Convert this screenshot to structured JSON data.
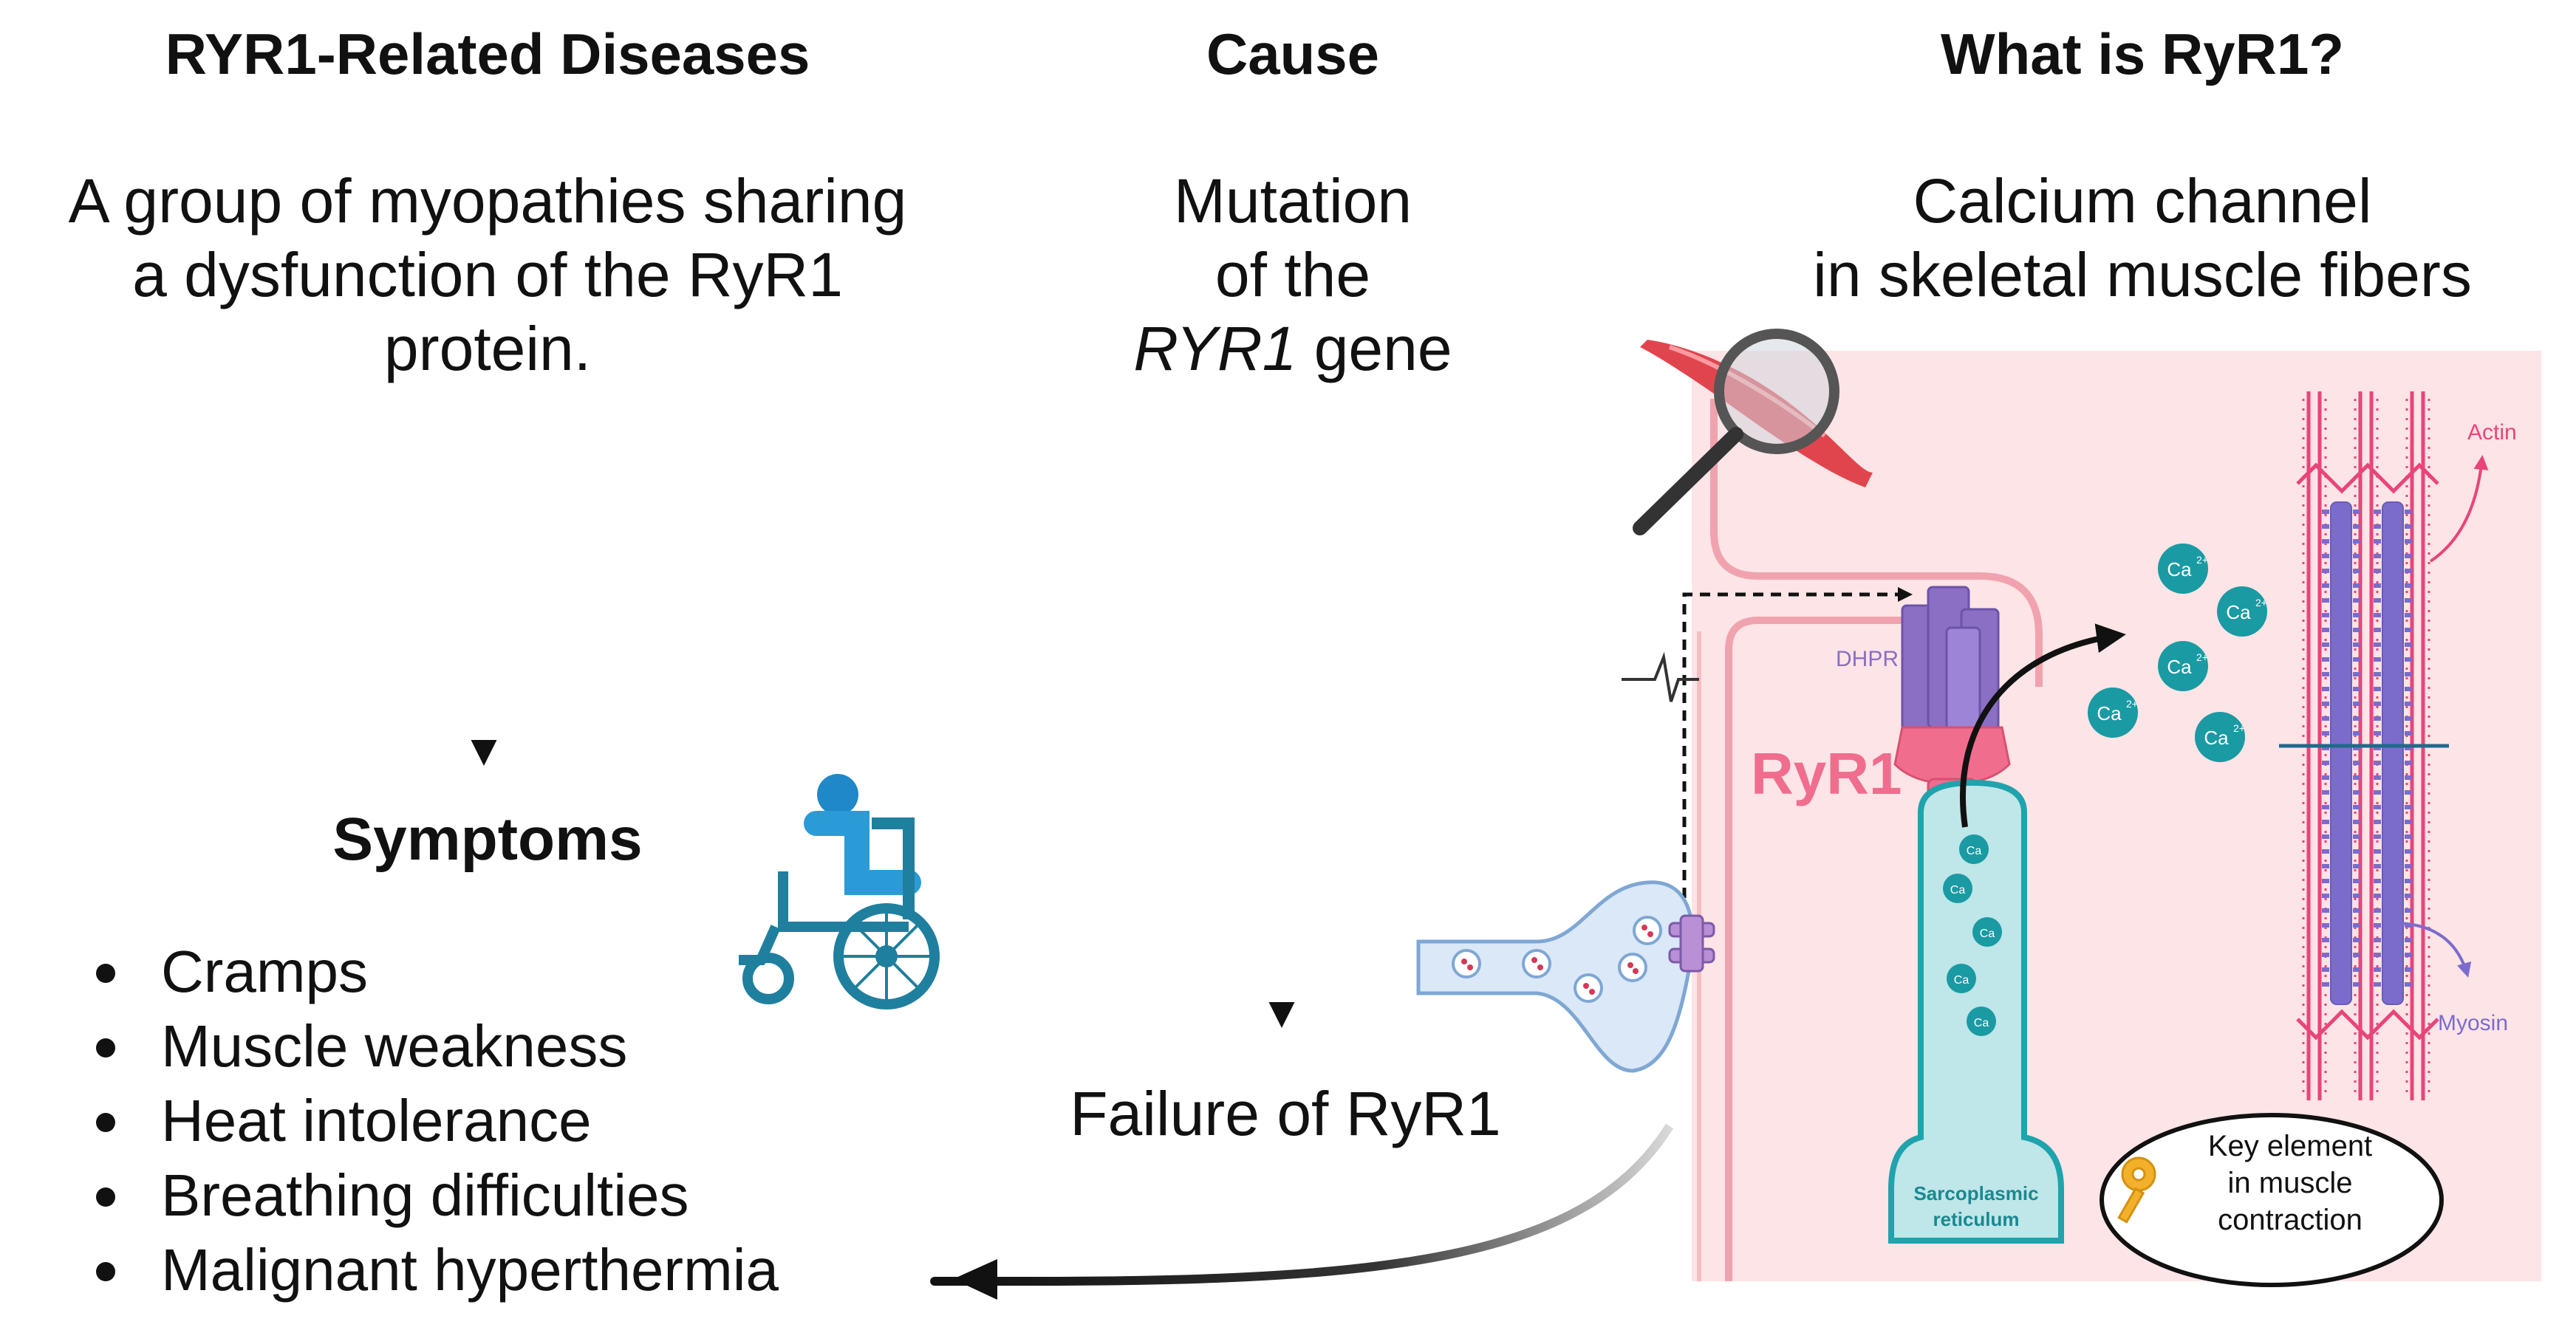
{
  "columns": {
    "diseases": {
      "title": "RYR1-Related Diseases",
      "description": [
        "A group of myopathies sharing",
        "a dysfunction of the RyR1",
        "protein."
      ]
    },
    "cause": {
      "title": "Cause",
      "description": [
        "Mutation",
        "of the"
      ],
      "gene_name": "RYR1",
      "gene_suffix": " gene"
    },
    "what": {
      "title": "What is RyR1?",
      "description": [
        "Calcium channel",
        "in skeletal muscle fibers"
      ]
    }
  },
  "symptoms": {
    "title": "Symptoms",
    "items": [
      "Cramps",
      "Muscle weakness",
      "Heat intolerance",
      "Breathing difficulties",
      "Malignant hyperthermia"
    ]
  },
  "failure_label": "Failure of RyR1",
  "illustration": {
    "dhpr_label": "DHPR",
    "ryr1_label": "RyR1",
    "ca_label": "Ca",
    "ca_superscript": "2+",
    "actin_label": "Actin",
    "myosin_label": "Myosin",
    "sr_label": [
      "Sarcoplasmic",
      "reticulum"
    ],
    "key_text": [
      "Key element",
      "in muscle",
      "contraction"
    ],
    "icons": [
      "wheelchair-icon",
      "magnifier-icon",
      "muscle-icon",
      "key-icon"
    ],
    "colors": {
      "background_panel": "#fde4e6",
      "membrane": "#f0a3ae",
      "ryr1": "#f06d8e",
      "dhpr": "#8a6fc5",
      "calcium": "#1a9aa3",
      "sr_fill": "#bfe6e8",
      "sr_stroke": "#1fa3ac",
      "actin": "#e8457a",
      "myosin": "#7b6ccc",
      "wheelchair": "#1f7f9e"
    }
  }
}
